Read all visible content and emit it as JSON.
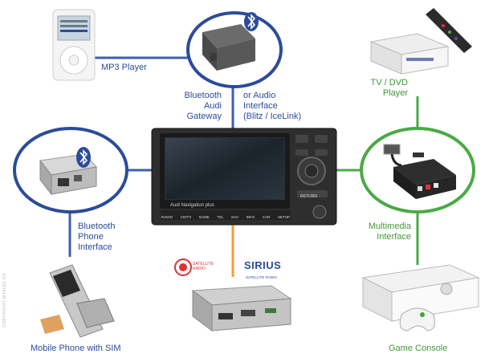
{
  "colors": {
    "blue": "#2b4c9a",
    "green": "#3f9a3a",
    "orange": "#f0a030",
    "panel": "#2b2b2b"
  },
  "labels": {
    "mp3_player": "MP3 Player",
    "bluetooth_audio_gateway": [
      "Bluetooth",
      "Audi",
      "Gateway"
    ],
    "audio_interface": [
      "or Audio",
      "Interface",
      "(Blitz / IceLink)"
    ],
    "tv_dvd_player": [
      "TV / DVD",
      "Player"
    ],
    "bluetooth_phone_interface": [
      "Bluetooth",
      "Phone",
      "Interface"
    ],
    "multimedia_interface": [
      "Multimedia",
      "Interface"
    ],
    "mobile_phone": "Mobile Phone with SIM",
    "game_console": "Game Console"
  },
  "head_unit": {
    "brand_text": "Audi Navigation plus",
    "buttons": [
      "RADIO",
      "CD/TV",
      "NAME",
      "TEL",
      "NAV",
      "INFO",
      "CAR",
      "SETUP"
    ],
    "return_label": "RETURN"
  },
  "logos": {
    "xm_text": "SATELLITE RADIO",
    "sirius": "SIRIUS",
    "sirius_sub": "SATELLITE RADIO"
  },
  "watermark": "COPYRIGHT MYAUDI.US"
}
